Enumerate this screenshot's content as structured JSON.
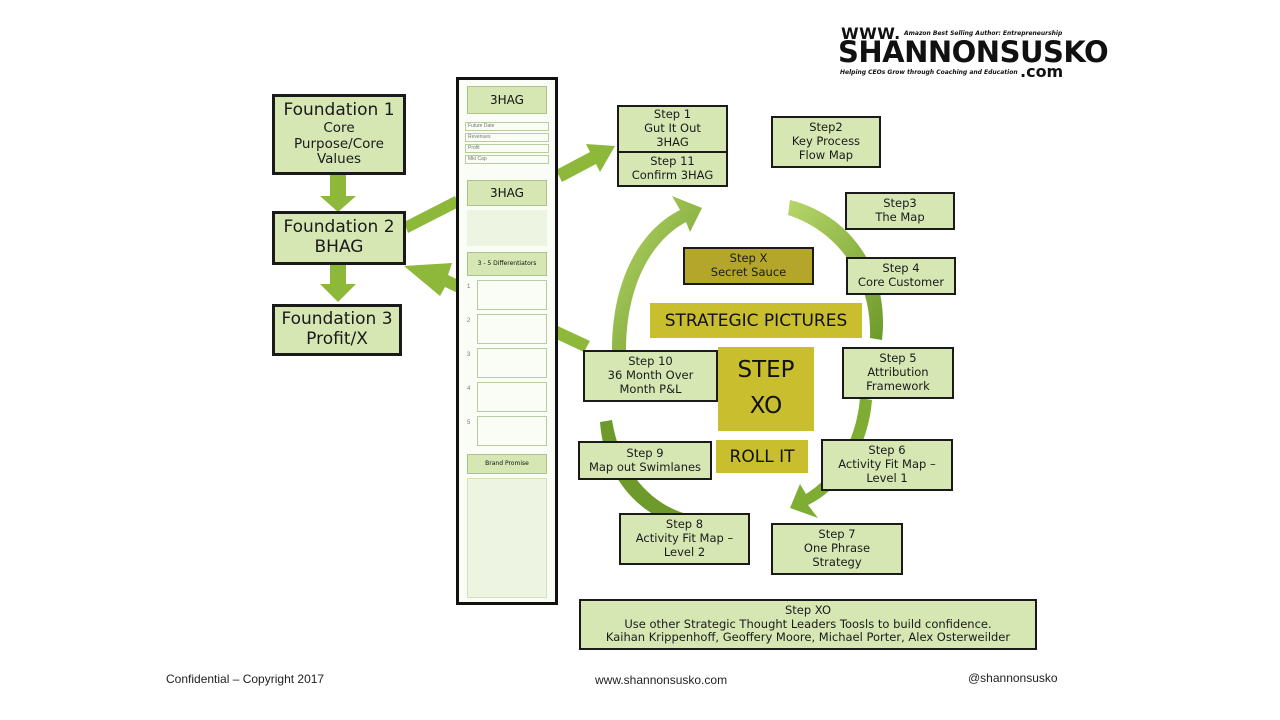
{
  "logo": {
    "www": "WWW.",
    "tagline_top": "Amazon Best Selling Author: Entrepreneurship",
    "name": "SHANNONSUSKO",
    "tagline_bottom": "Helping CEOs Grow through Coaching and Education",
    "com": ".com"
  },
  "foundations": [
    {
      "title": "Foundation 1",
      "subtitle": "Core Purpose/Core Values"
    },
    {
      "title": "Foundation 2",
      "subtitle": "BHAG"
    },
    {
      "title": "Foundation 3",
      "subtitle": "Profit/X"
    }
  ],
  "form": {
    "header": "3HAG",
    "fields": [
      "Future Date",
      "Revenues",
      "Profit",
      "Mkt Cap"
    ],
    "header2": "3HAG",
    "differentiators_title": "3 - 5 Differentiators",
    "diff_numbers": [
      "1",
      "2",
      "3",
      "4",
      "5"
    ],
    "brand_promise": "Brand Promise"
  },
  "steps": {
    "step1": {
      "title": "Step 1",
      "line1": "Gut It Out",
      "line2": "3HAG"
    },
    "step11": {
      "title": "Step 11",
      "line1": "Confirm 3HAG"
    },
    "step2": {
      "title": "Step2",
      "line1": "Key Process",
      "line2": "Flow Map"
    },
    "step3": {
      "title": "Step3",
      "line1": "The Map"
    },
    "step4": {
      "title": "Step 4",
      "line1": "Core Customer"
    },
    "step5": {
      "title": "Step 5",
      "line1": "Attribution",
      "line2": "Framework"
    },
    "step6": {
      "title": "Step 6",
      "line1": "Activity Fit Map –",
      "line2": "Level 1"
    },
    "step7": {
      "title": "Step 7",
      "line1": "One Phrase",
      "line2": "Strategy"
    },
    "step8": {
      "title": "Step 8",
      "line1": "Activity Fit Map –",
      "line2": "Level 2"
    },
    "step9": {
      "title": "Step 9",
      "line1": "Map out Swimlanes"
    },
    "step10": {
      "title": "Step 10",
      "line1": "36 Month Over",
      "line2": "Month P&L"
    },
    "stepx": {
      "title": "Step X",
      "line1": "Secret Sauce"
    }
  },
  "center": {
    "strategic_pictures": "STRATEGIC PICTURES",
    "step_xo_line1": "STEP",
    "step_xo_line2": "XO",
    "roll_it": "ROLL IT"
  },
  "bottom_box": {
    "title": "Step XO",
    "line1": "Use other Strategic Thought Leaders Toosls to build confidence.",
    "line2": "Kaihan  Krippenhoff, Geoffery Moore, Michael Porter, Alex Osterweilder"
  },
  "footer": {
    "left": "Confidential – Copyright 2017",
    "center": "www.shannonsusko.com",
    "right": "@shannonsusko"
  },
  "colors": {
    "box_fill": "#d6e7b4",
    "arrow_green": "#8db83a",
    "gold": "#c8be2e",
    "secret_sauce": "#b3a62b"
  }
}
